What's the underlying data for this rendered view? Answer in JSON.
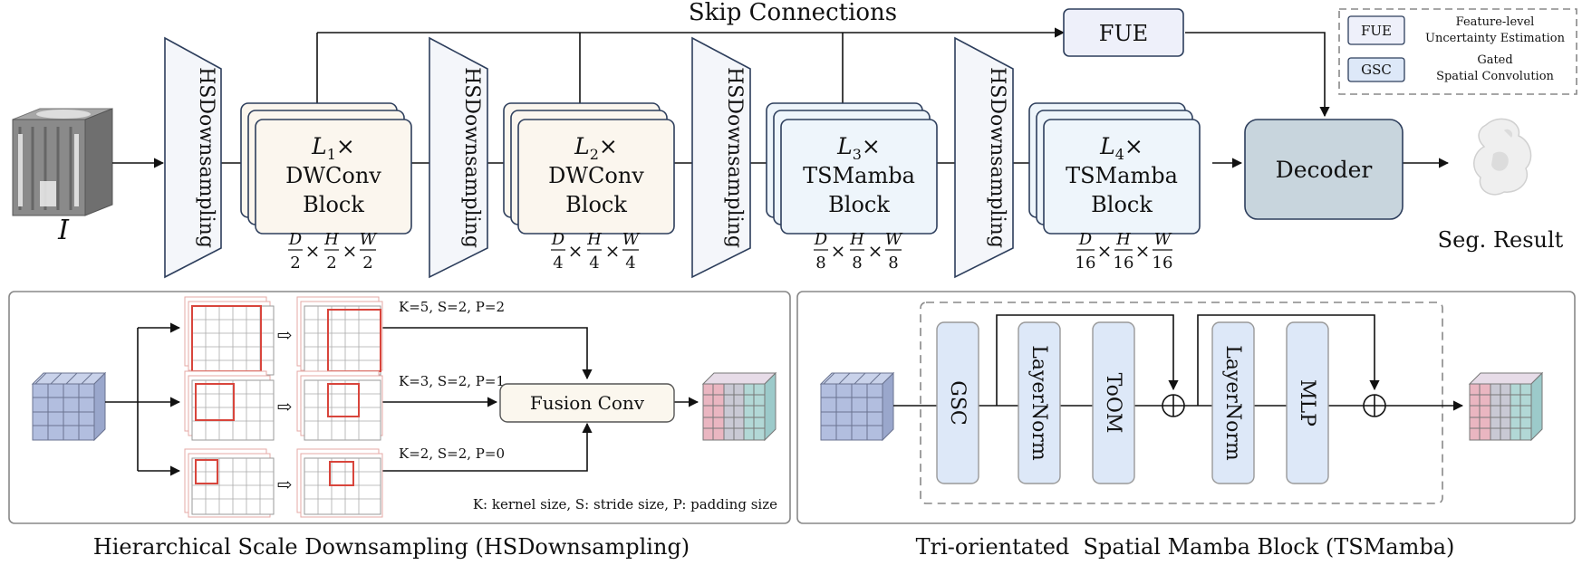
{
  "top": {
    "skip_label": "Skip Connections",
    "fue_label": "FUE",
    "input_label": "I",
    "hsd_label": "HSDownsampling",
    "decoder_label": "Decoder",
    "seg_label": "Seg. Result",
    "stages": [
      {
        "var": "L",
        "sub": "1",
        "times": "×",
        "line2": "DWConv",
        "line3": "Block",
        "den": "2"
      },
      {
        "var": "L",
        "sub": "2",
        "times": "×",
        "line2": "DWConv",
        "line3": "Block",
        "den": "4"
      },
      {
        "var": "L",
        "sub": "3",
        "times": "×",
        "line2": "TSMamba",
        "line3": "Block",
        "den": "8"
      },
      {
        "var": "L",
        "sub": "4",
        "times": "×",
        "line2": "TSMamba",
        "line3": "Block",
        "den": "16"
      }
    ],
    "dims": {
      "d": "D",
      "h": "H",
      "w": "W",
      "times": "×"
    }
  },
  "legend": {
    "fue_box": "FUE",
    "fue_desc_1": "Feature-level",
    "fue_desc_2": "Uncertainty Estimation",
    "gsc_box": "GSC",
    "gsc_desc_1": "Gated",
    "gsc_desc_2": "Spatial Convolution"
  },
  "hsd_panel": {
    "caption": "Hierarchical Scale Downsampling (HSDownsampling)",
    "branches": [
      "K=5, S=2, P=2",
      "K=3, S=2, P=1",
      "K=2, S=2, P=0"
    ],
    "fusion_label": "Fusion Conv",
    "footnote": "K: kernel size, S: stride size, P: padding size",
    "arrow_glyph": "⇨"
  },
  "tsm_panel": {
    "caption": "Tri-orientated  Spatial Mamba Block (TSMamba)",
    "blocks": [
      "GSC",
      "LayerNorm",
      "ToOM",
      "LayerNorm",
      "MLP"
    ]
  },
  "colors": {
    "stage_dw": "#fbf6ee",
    "stage_ts": "#eef5fb",
    "stage_border": "#2d3e5c",
    "decoder": "#c8d5dd",
    "fue": "#eef0fa",
    "gsc": "#dde8f8",
    "hsd_fill": "#f4f6fa",
    "fusion": "#fbf7ee",
    "cube_blue": "#b2bedf",
    "cube_pink": "#eab6c1",
    "cube_teal": "#b2d8d6",
    "grid_red": "#d8453c"
  }
}
